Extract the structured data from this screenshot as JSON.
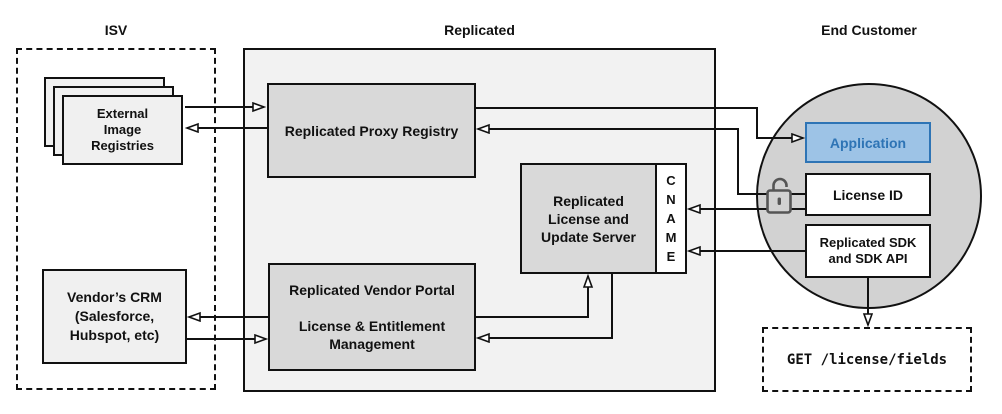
{
  "titles": {
    "isv": "ISV",
    "replicated": "Replicated",
    "end_customer": "End Customer"
  },
  "nodes": {
    "external_registries": "External\nImage\nRegistries",
    "vendor_crm": "Vendor’s CRM\n(Salesforce,\nHubspot, etc)",
    "proxy_registry": "Replicated Proxy Registry",
    "license_update_server": "Replicated\nLicense and\nUpdate Server",
    "cname": "C\nN\nA\nM\nE",
    "vendor_portal": "Replicated Vendor Portal\n\nLicense & Entitlement\nManagement",
    "application": "Application",
    "license_id": "License ID",
    "replicated_sdk": "Replicated SDK\nand SDK API",
    "get_endpoint": "GET /license/fields"
  },
  "icons": {
    "lock": "open-lock-icon"
  },
  "colors": {
    "application_fill": "#9DC3E6",
    "application_accent": "#2E74B5",
    "node_gray": "#D9D9D9",
    "light_node_gray": "#F0F0F0",
    "container_gray": "#F2F2F2",
    "circle_gray": "#D2D2D2",
    "line_black": "#111111",
    "lock_gray": "#555555"
  }
}
